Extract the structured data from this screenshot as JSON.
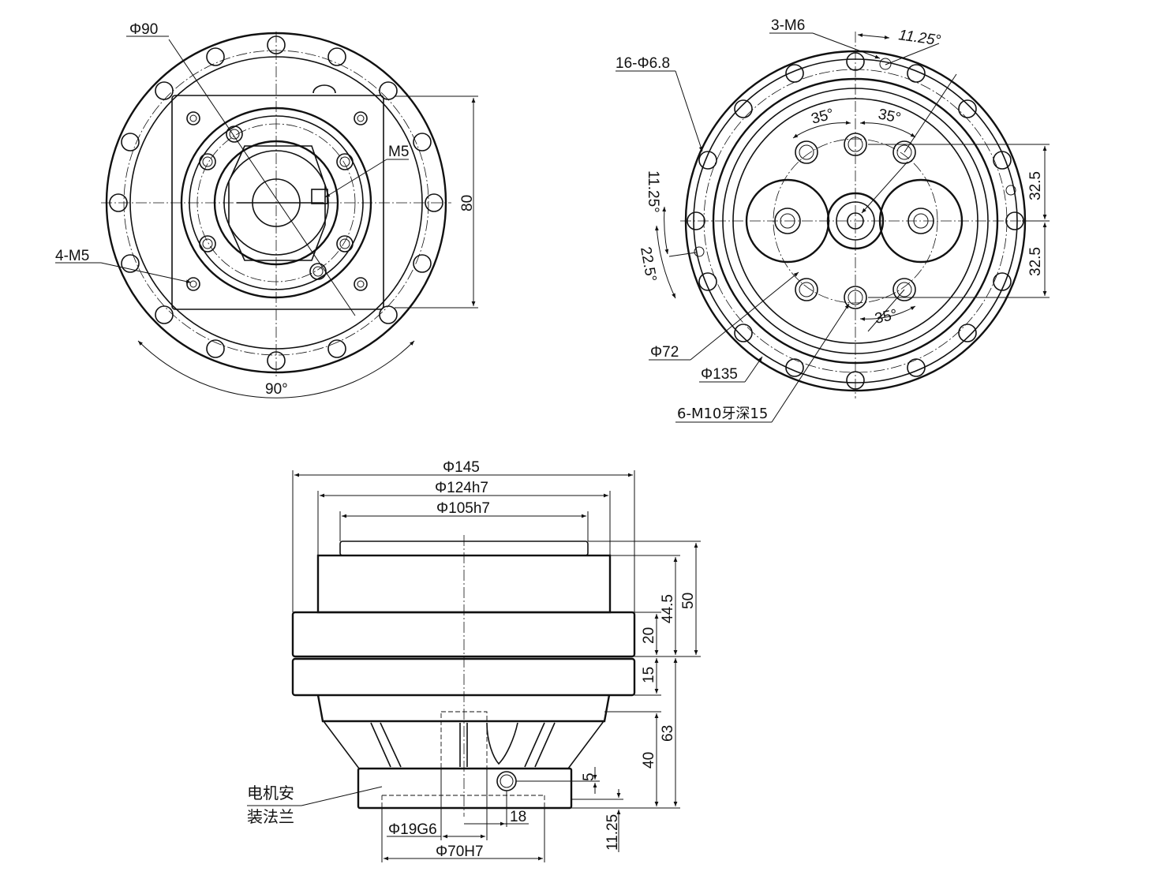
{
  "front_view": {
    "labels": {
      "phi90": "Φ90",
      "m5": "M5",
      "four_m5": "4-M5",
      "dim80": "80",
      "angle90": "90°"
    }
  },
  "rear_view": {
    "labels": {
      "three_m6": "3-M6",
      "ang1125_top": "11.25°",
      "sixteen_phi68": "16-Φ6.8",
      "ang35_left": "35°",
      "ang35_right": "35°",
      "ang35_bottom": "35°",
      "ang1125_left": "11.25°",
      "ang225": "22.5°",
      "dim325_top": "32.5",
      "dim325_bottom": "32.5",
      "phi72": "Φ72",
      "phi135": "Φ135",
      "six_m10": "6-M10牙深15"
    }
  },
  "side_view": {
    "labels": {
      "phi145": "Φ145",
      "phi124": "Φ124h7",
      "phi105": "Φ105h7",
      "dim445": "44.5",
      "dim50": "50",
      "dim20": "20",
      "dim15": "15",
      "dim63": "63",
      "dim40": "40",
      "dim5": "5",
      "dim1125": "11.25",
      "dim18": "18",
      "phi19": "Φ19G6",
      "phi70": "Φ70H7",
      "motor_flange_line1": "电机安",
      "motor_flange_line2": "装法兰"
    }
  }
}
